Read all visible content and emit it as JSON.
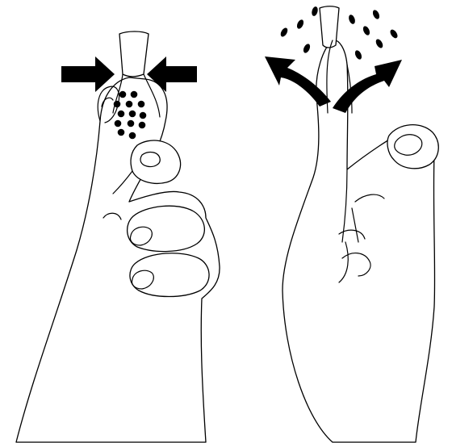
{
  "figure": {
    "panels": [
      {
        "id": "left",
        "action": "squeeze",
        "arrows": 2,
        "drops": 13
      },
      {
        "id": "right",
        "action": "spray",
        "arrows": 2,
        "drops": 10
      }
    ],
    "colors": {
      "ink": "#000000",
      "paper": "#ffffff"
    }
  }
}
